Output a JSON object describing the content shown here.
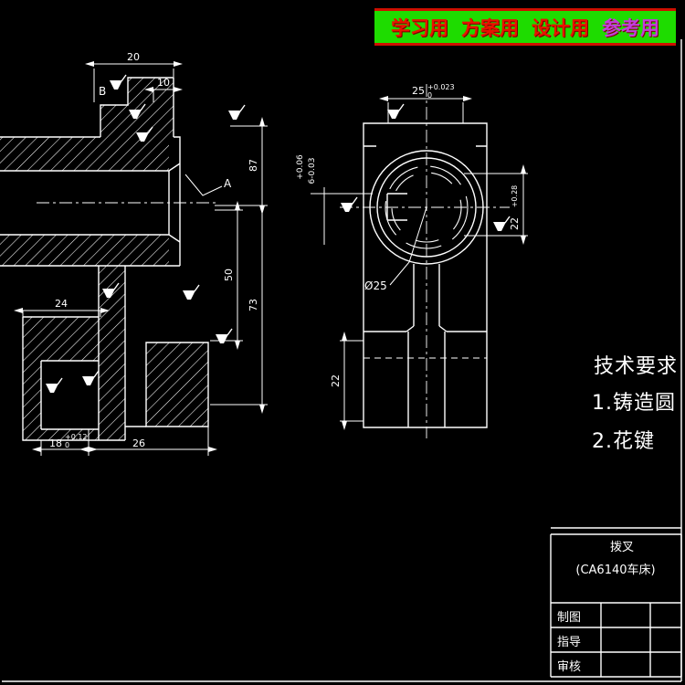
{
  "banner": {
    "items": [
      {
        "text": "学习用"
      },
      {
        "text": "方案用"
      },
      {
        "text": "设计用"
      },
      {
        "text": "参考用"
      }
    ]
  },
  "tech_requirements": {
    "title": "技术要求",
    "line1": "1.铸造圆",
    "line2": "2.花键"
  },
  "title_block": {
    "part_name": "拨叉",
    "part_model": "(CA6140车床)",
    "row1": "制图",
    "row2": "指导",
    "row3": "审核"
  },
  "left_view": {
    "d20": "20",
    "d10": "10",
    "label_b": "B",
    "label_a": "A",
    "d87": "87",
    "d50": "50",
    "d73": "73",
    "d24": "24",
    "d18": "18",
    "d18_sup": "+0.12",
    "d18_sub": "0",
    "d26": "26"
  },
  "right_view": {
    "d25": "25",
    "d25_sup": "+0.023",
    "d25_sub": "0",
    "spline_sup": "+0.06",
    "spline_main": "6-0.03",
    "bore": "Ø25",
    "d22_side": "22",
    "d22_side_sup": "+0.28",
    "d22_lower": "22"
  },
  "colors": {
    "background": "#000000",
    "line": "#ffffff",
    "banner_bg": "#1edc00",
    "banner_text": "#e81300",
    "banner_text_alt": "#c43bdd"
  }
}
